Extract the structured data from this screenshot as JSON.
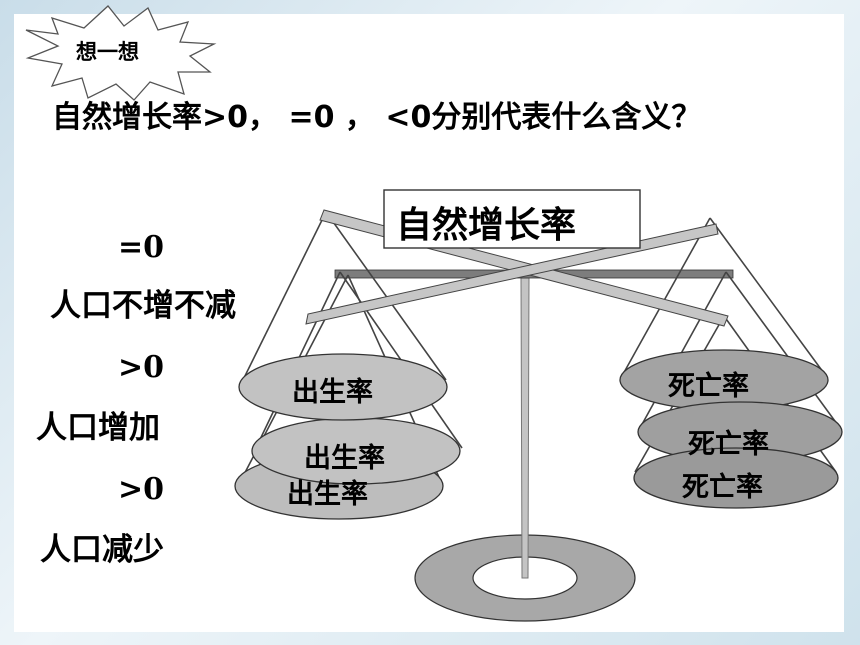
{
  "badge": {
    "label": "想一想"
  },
  "question": "自然增长率>0， =0 ， <0分别代表什么含义？",
  "scale": {
    "title": "自然增长率",
    "left_pan": [
      "出生率",
      "出生率",
      "出生率"
    ],
    "right_pan": [
      "死亡率",
      "死亡率",
      "死亡率"
    ]
  },
  "cases": [
    {
      "sign": "=0",
      "meaning": "人口不增不减"
    },
    {
      "sign": ">0",
      "meaning": "人口增加"
    },
    {
      "sign": ">0",
      "meaning": "人口减少"
    }
  ]
}
